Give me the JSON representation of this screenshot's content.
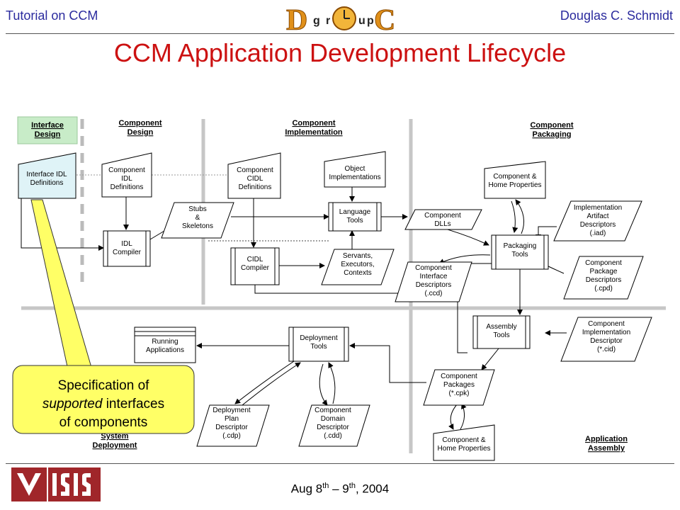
{
  "header": {
    "left": "Tutorial on CCM",
    "right": "Douglas C. Schmidt",
    "logo_text": [
      "D",
      "g",
      "r",
      "O",
      "u",
      "p",
      "C"
    ]
  },
  "title": "CCM Application Development Lifecycle",
  "colors": {
    "title": "#cc1111",
    "header_text": "#2b2b9e",
    "interface_box_fill": "#dff3f7",
    "interface_design_fill": "#c8ecc8",
    "callout_fill": "#ffff66",
    "footer_logo": "#a0262a"
  },
  "phases": {
    "interface_design": "Interface\nDesign",
    "component_design": "Component\nDesign",
    "component_implementation": "Component\nImplementation",
    "component_packaging": "Component\nPackaging",
    "system_deployment": "System\nDeployment",
    "application_assembly": "Application\nAssembly"
  },
  "nodes": {
    "interface_idl": "Interface IDL\nDefinitions",
    "component_idl": "Component\nIDL\nDefinitions",
    "idl_compiler": "IDL\nCompiler",
    "stubs_skeletons": "Stubs\n&\nSkeletons",
    "component_cidl": "Component\nCIDL\nDefinitions",
    "cidl_compiler": "CIDL\nCompiler",
    "object_impls": "Object\nImplementations",
    "language_tools": "Language\nTools",
    "servants": "Servants,\nExecutors,\nContexts",
    "component_dlls": "Component\nDLLs",
    "comp_home_props_top": "Component &\nHome Properties",
    "impl_artifact": "Implementation\nArtifact\nDescriptors\n(.iad)",
    "packaging_tools": "Packaging\nTools",
    "comp_iface_desc": "Component\nInterface\nDescriptors\n(.ccd)",
    "comp_package_desc": "Component\nPackage\nDescriptors\n(.cpd)",
    "assembly_tools": "Assembly\nTools",
    "comp_impl_desc": "Component\nImplementation\nDescriptor\n(*.cid)",
    "comp_packages": "Component\nPackages\n(*.cpk)",
    "comp_home_props_bottom": "Component &\nHome Properties",
    "running_apps": "Running\nApplications",
    "deployment_tools": "Deployment\nTools",
    "deployment_plan": "Deployment\nPlan\nDescriptor\n(.cdp)",
    "domain_desc": "Component\nDomain\nDescriptor\n(.cdd)"
  },
  "callout": {
    "line1": "Specification of",
    "line2_em": "supported",
    "line2_rest": " interfaces",
    "line3": "of components"
  },
  "footer": {
    "date_prefix": "Aug 8",
    "sup1": "th",
    "date_mid": " – 9",
    "sup2": "th",
    "date_suffix": ", 2004"
  }
}
